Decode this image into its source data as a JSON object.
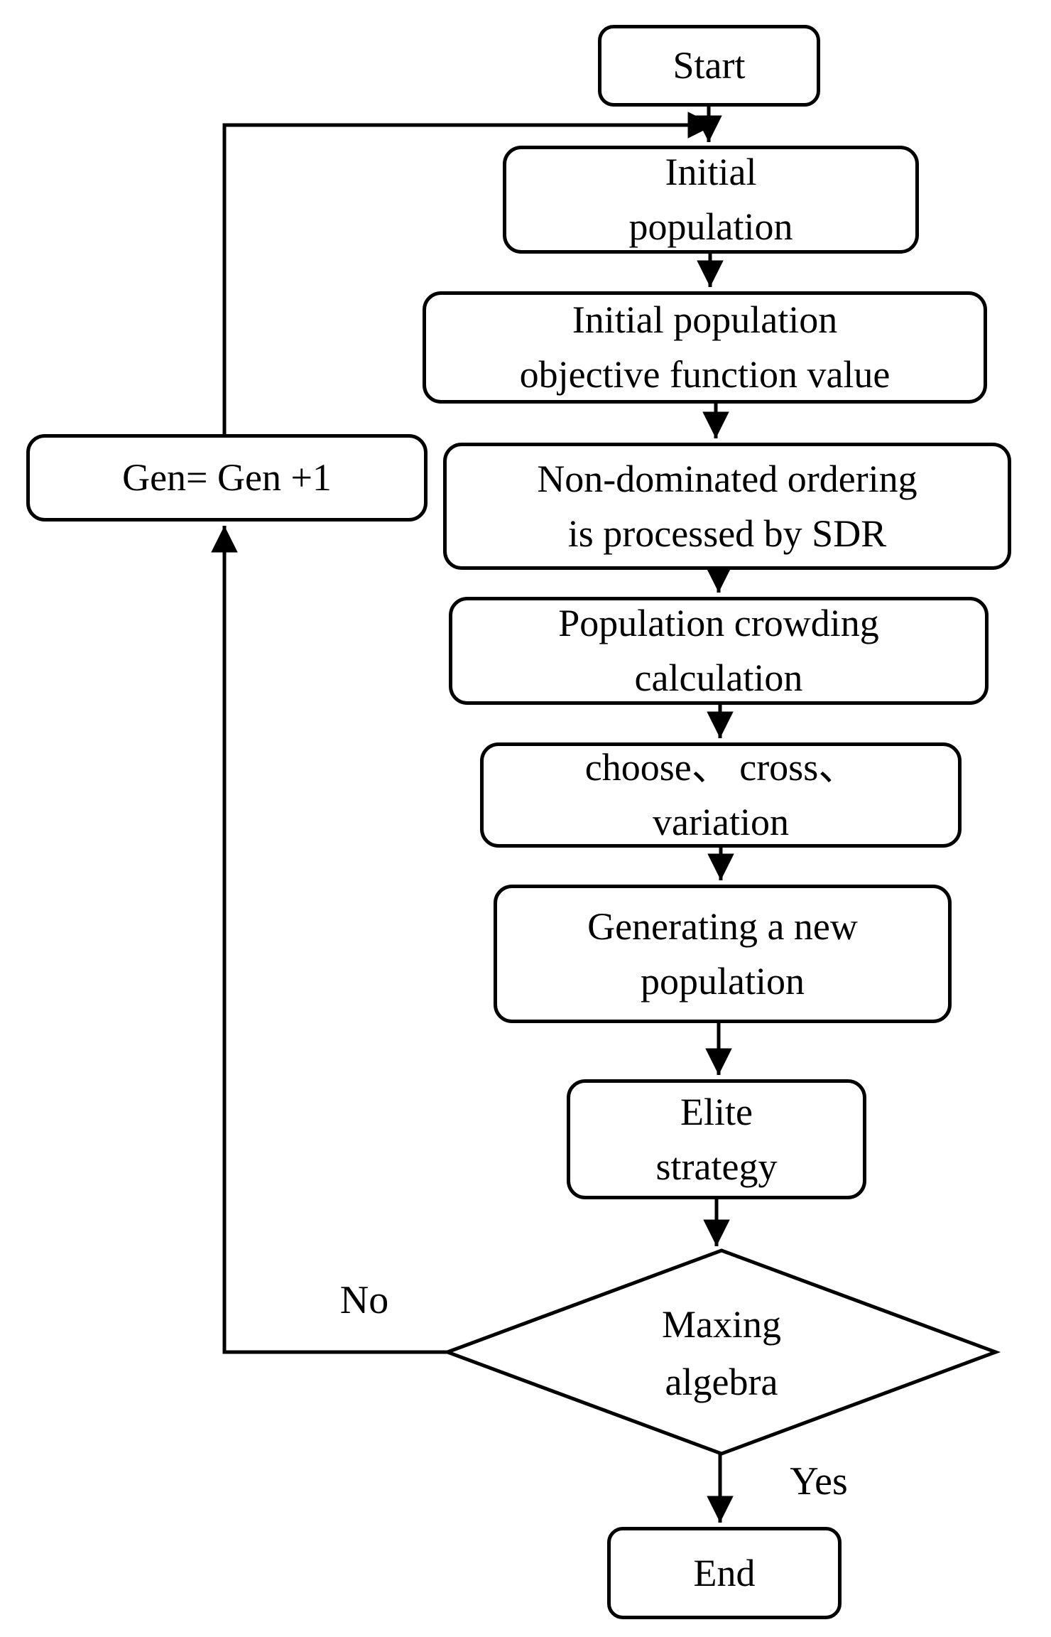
{
  "diagram": {
    "background_color": "#ffffff",
    "line_color": "#000000",
    "nodes": {
      "start": "Start",
      "initial_population": "Initial\npopulation",
      "objective_value": "Initial population\nobjective function value",
      "sdr_ordering": "Non-dominated ordering\nis processed by SDR",
      "crowding": "Population crowding\ncalculation",
      "choose_cross_variation": "choose、 cross、\nvariation",
      "new_population": "Generating a new\npopulation",
      "elite_strategy": "Elite\nstrategy",
      "decision": "Maxing\nalgebra",
      "gen_increment": "Gen= Gen +1",
      "end": "End"
    },
    "edge_labels": {
      "no": "No",
      "yes": "Yes"
    }
  }
}
